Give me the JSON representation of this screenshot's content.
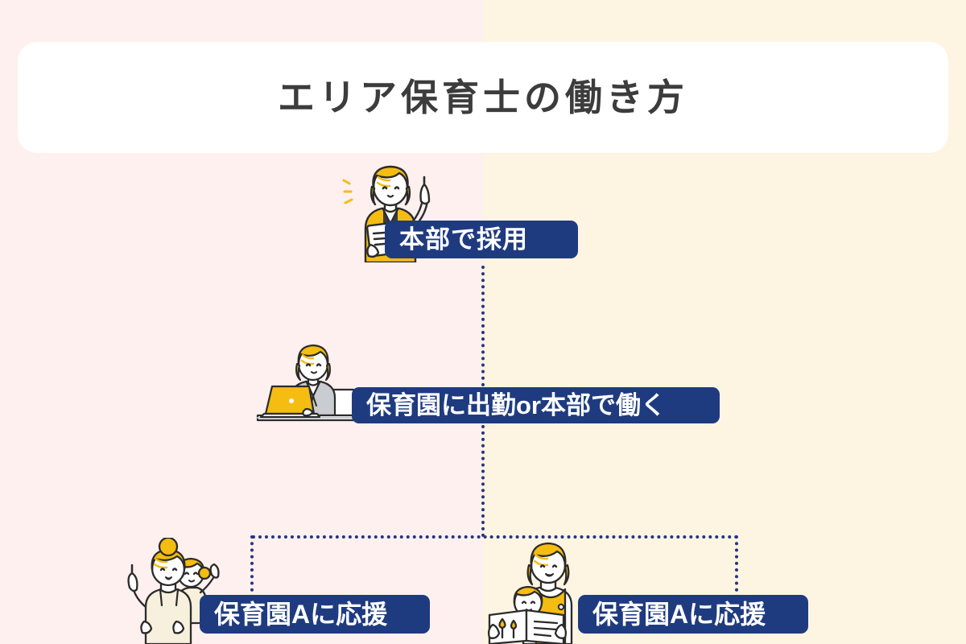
{
  "page": {
    "title": "エリア保育士の働き方",
    "background": {
      "left_color": "#fdf0ef",
      "right_color": "#fdf4e2",
      "card_color": "#ffffff"
    }
  },
  "theme": {
    "navy": "#1f3b80",
    "connector_navy": "#27357e",
    "title_text_color": "#3c3c3c",
    "badge_text_color": "#ffffff",
    "illustration_yellow": "#f5bc12",
    "illustration_line": "#2b2b2b",
    "illustration_grey": "#c9ccd1",
    "illustration_cream": "#f7f0dc"
  },
  "flow": {
    "steps": [
      {
        "id": "step-1",
        "label": "本部で採用",
        "illustration": "woman-pointing-up-with-clipboard-icon"
      },
      {
        "id": "step-2",
        "label": "保育園に出勤or本部で働く",
        "illustration": "woman-at-desk-with-laptop-icon"
      },
      {
        "id": "step-3a",
        "label": "保育園Aに応援",
        "illustration": "woman-carrying-child-on-shoulders-icon"
      },
      {
        "id": "step-3b",
        "label": "保育園Aに応援",
        "illustration": "woman-reading-book-to-child-icon"
      }
    ]
  },
  "connectors": [
    {
      "id": "connector-step1-to-step2",
      "type": "vertical-dotted"
    },
    {
      "id": "connector-step2-to-branch",
      "type": "vertical-dotted"
    },
    {
      "id": "connector-branch-horizontal",
      "type": "horizontal-dotted"
    },
    {
      "id": "connector-branch-left-drop",
      "type": "vertical-dotted"
    },
    {
      "id": "connector-branch-right-drop",
      "type": "vertical-dotted"
    }
  ]
}
